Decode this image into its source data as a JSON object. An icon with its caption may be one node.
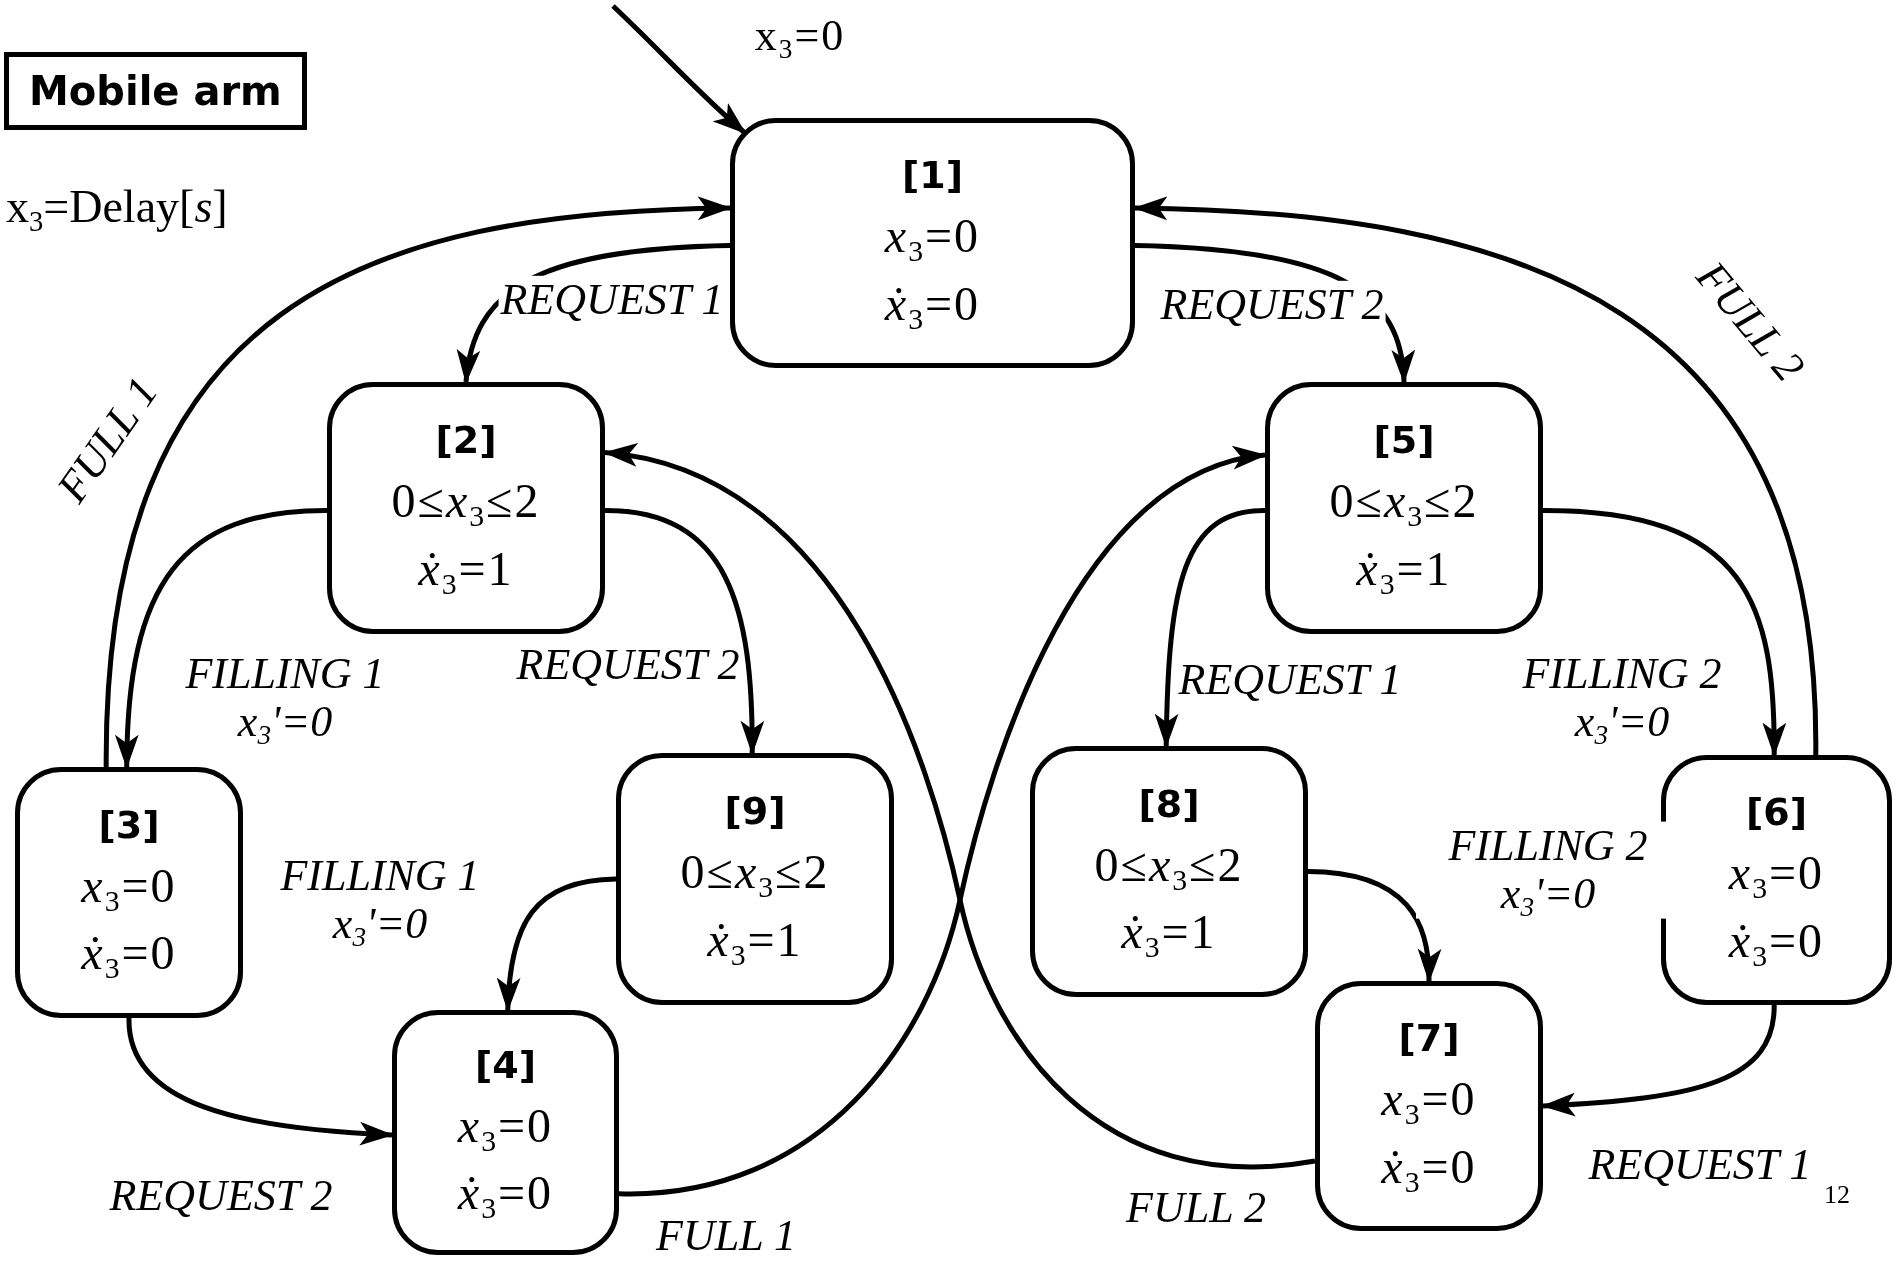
{
  "diagram": {
    "title": "Mobile arm",
    "nodes": [
      {
        "text": [
          "[1]",
          "*x*$_{3}$=0",
          "*ẋ*$_{3}$=0"
        ]
      },
      {
        "text": [
          "[2]",
          "0≤*x*$_{3}$≤2",
          "*ẋ*$_{3}$=1"
        ]
      },
      {
        "text": [
          "[3]",
          "*x*$_{3}$=0",
          "*ẋ*$_{3}$=0"
        ]
      },
      {
        "text": [
          "[4]",
          "*x*$_{3}$=0",
          "*ẋ*$_{3}$=0"
        ]
      },
      {
        "text": [
          "[5]",
          "0≤*x*$_{3}$≤2",
          "*ẋ*$_{3}$=1"
        ]
      },
      {
        "text": [
          "[6]",
          "*x*$_{3}$=0",
          "*ẋ*$_{3}$=0"
        ]
      },
      {
        "text": [
          "[7]",
          "*x*$_{3}$=0",
          "*ẋ*$_{3}$=0"
        ]
      },
      {
        "text": [
          "[8]",
          "0≤*x*$_{3}$≤2",
          "*ẋ*$_{3}$=1"
        ]
      },
      {
        "text": [
          "[9]",
          "0≤*x*$_{3}$≤2",
          "*ẋ*$_{3}$=1"
        ]
      }
    ],
    "edges": [
      {
        "from": null,
        "to": 0,
        "arrow": "to",
        "label": "x$_{3}$=0"
      },
      {
        "from": 0,
        "to": 1,
        "arrow": "to",
        "label": "REQUEST 1"
      },
      {
        "from": 0,
        "to": 4,
        "arrow": "to",
        "label": "REQUEST 2"
      },
      {
        "from": 2,
        "to": 0,
        "arrow": "to",
        "label": "FULL 1"
      },
      {
        "from": 1,
        "to": 2,
        "arrow": "to",
        "label": "FILLING 1 x$_{3}$'=0"
      },
      {
        "from": 1,
        "to": 8,
        "arrow": "to",
        "label": "REQUEST 2"
      },
      {
        "from": 8,
        "to": 3,
        "arrow": "to",
        "label": "FILLING 1 x$_{3}$'=0"
      },
      {
        "from": 2,
        "to": 3,
        "arrow": "to",
        "label": "REQUEST 2"
      },
      {
        "from": 3,
        "to": 4,
        "arrow": "to",
        "label": "FULL 1"
      },
      {
        "from": 6,
        "to": 1,
        "arrow": "to",
        "label": "FULL 2"
      },
      {
        "from": 4,
        "to": 7,
        "arrow": "to",
        "label": "REQUEST 1"
      },
      {
        "from": 4,
        "to": 5,
        "arrow": "to",
        "label": "FILLING 2 x$_{3}$'=0"
      },
      {
        "from": 5,
        "to": 0,
        "arrow": "to",
        "label": "FULL 2"
      },
      {
        "from": 7,
        "to": 6,
        "arrow": "to",
        "label": "FILLING 2 x$_{3}$'=0"
      },
      {
        "from": 5,
        "to": 6,
        "arrow": "to",
        "label": "REQUEST 1"
      }
    ],
    "labels": [
      "x$_{3}$=Delay[*s*]",
      "12"
    ]
  }
}
